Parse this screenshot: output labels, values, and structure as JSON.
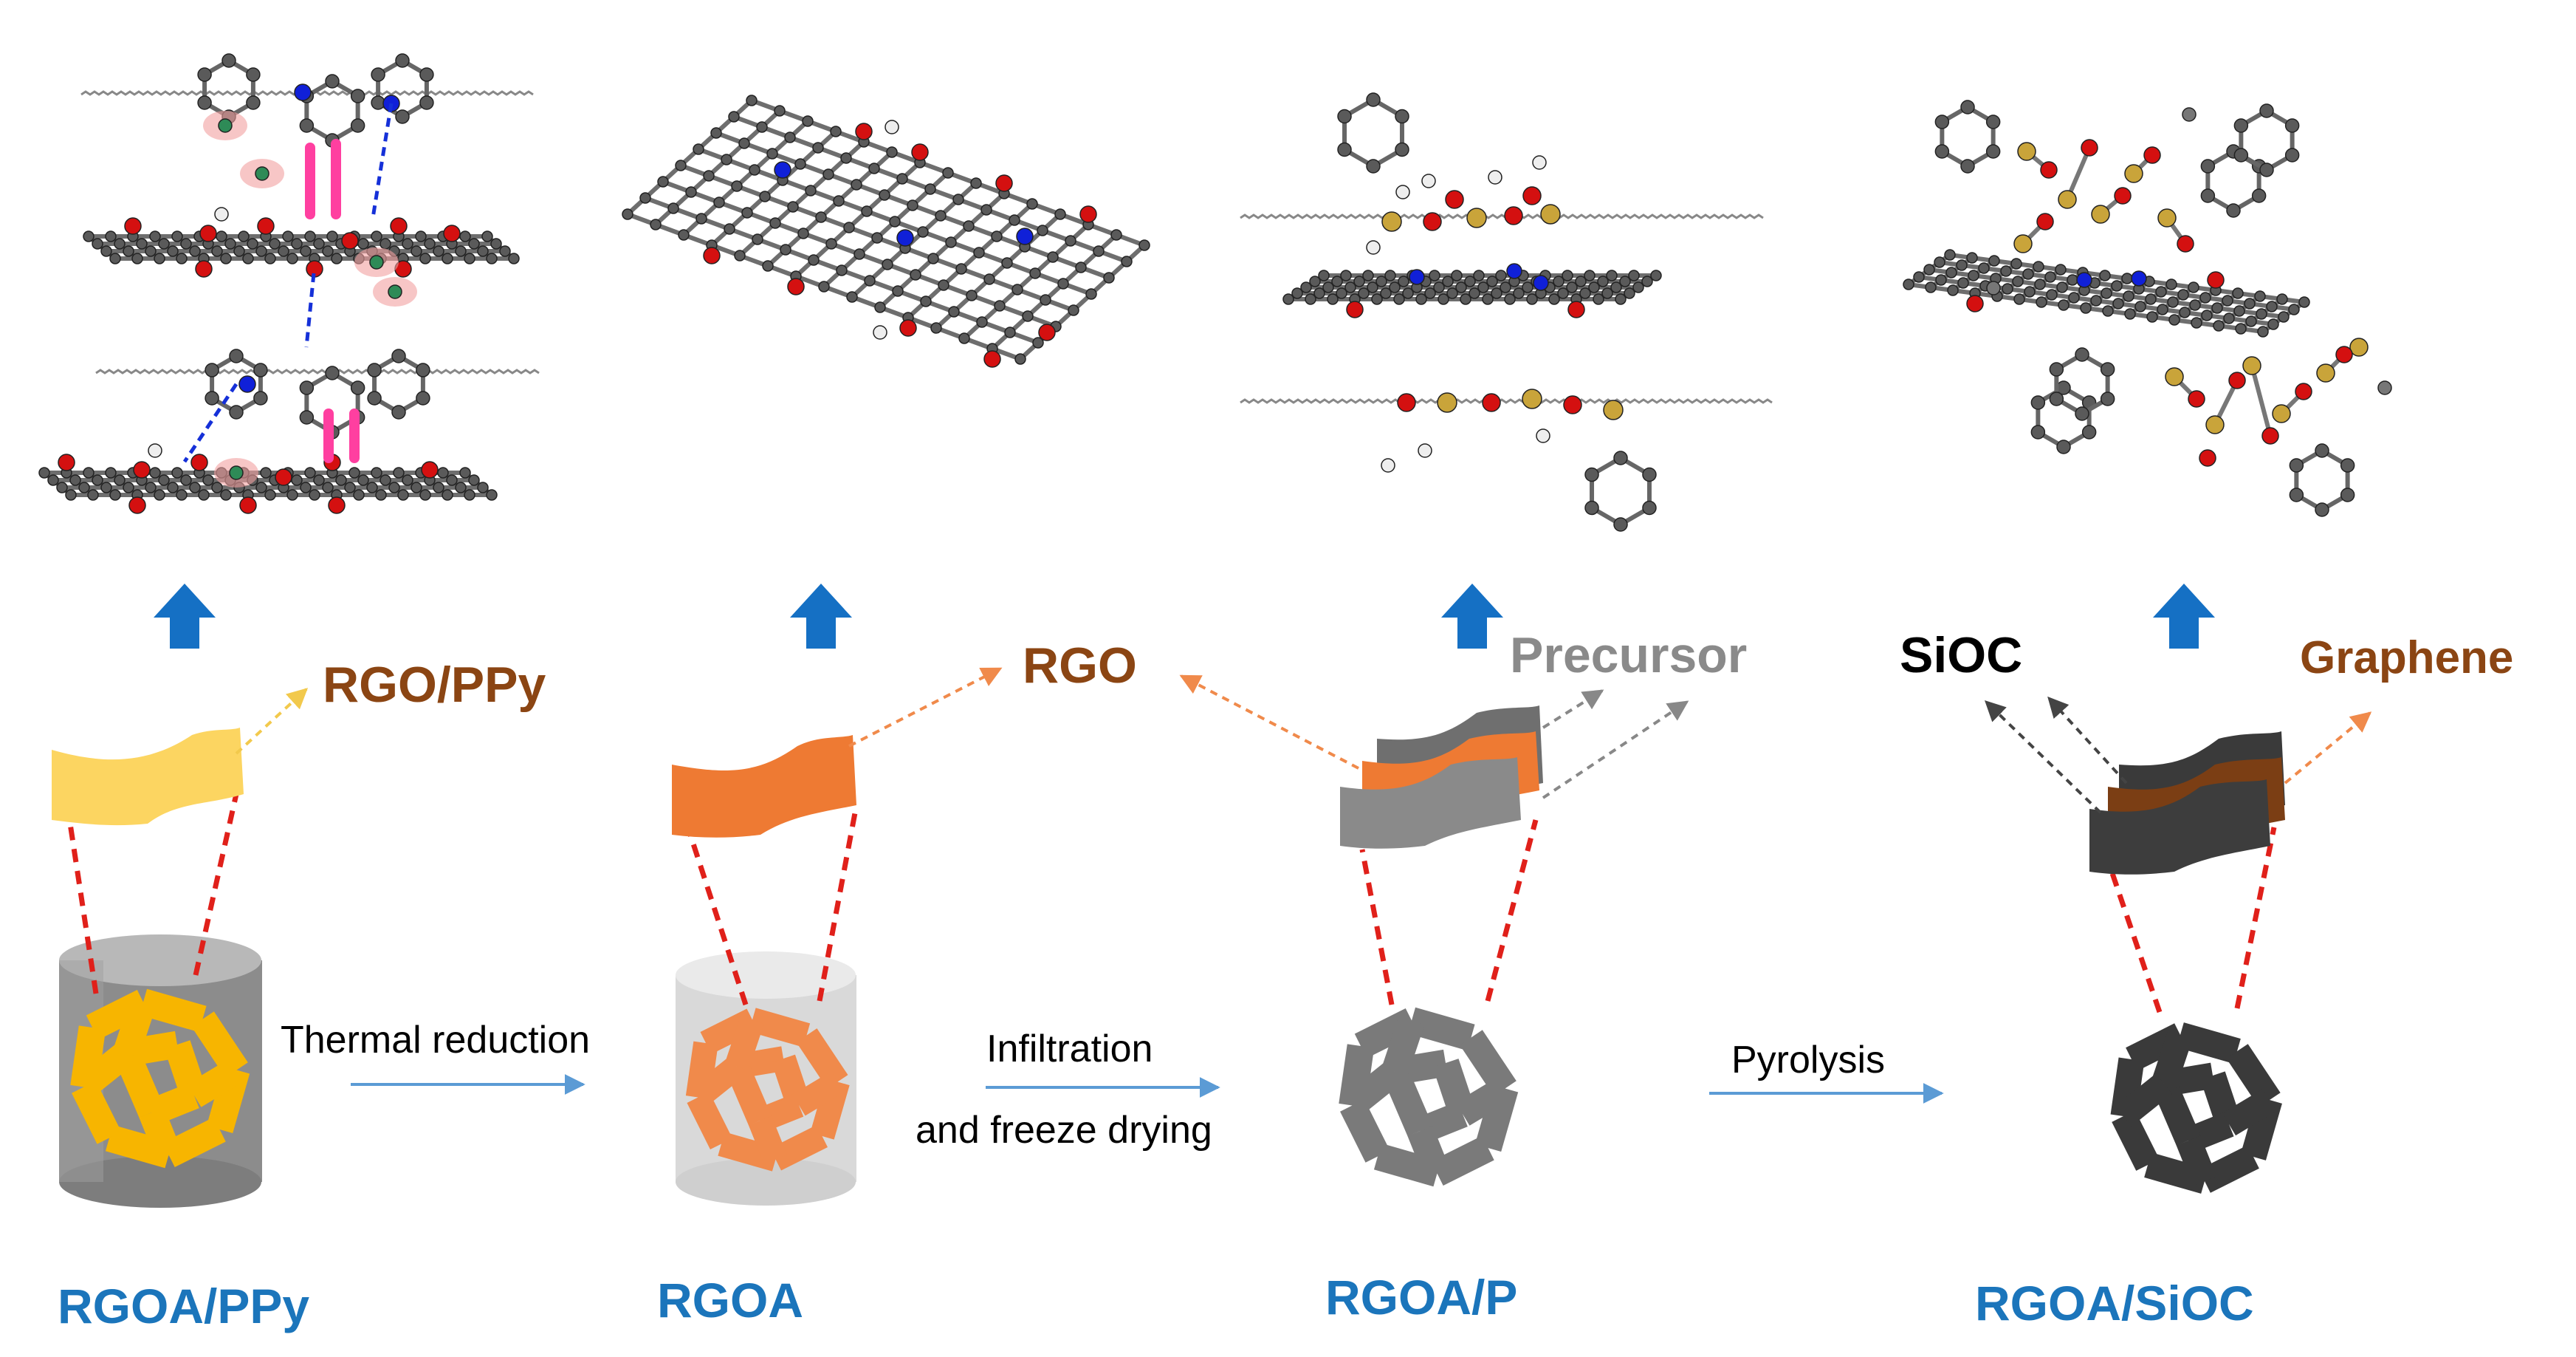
{
  "labels": {
    "rgo_ppy": "RGO/PPy",
    "rgo": "RGO",
    "precursor": "Precursor",
    "sioc": "SiOC",
    "graphene": "Graphene"
  },
  "process": {
    "thermal_reduction": "Thermal reduction",
    "infiltration_line1": "Infiltration",
    "infiltration_line2": "and freeze drying",
    "pyrolysis": "Pyrolysis"
  },
  "stages": [
    {
      "name": "RGOA/PPy"
    },
    {
      "name": "RGOA"
    },
    {
      "name": "RGOA/P"
    },
    {
      "name": "RGOA/SiOC"
    }
  ],
  "colors": {
    "label_blue": "#1b75bb",
    "label_brown": "#8b4513",
    "label_gray": "#8a8a8a",
    "up_arrow": "#1570c4",
    "dash_red": "#e0201a",
    "ppy_yellow": "#f7b500",
    "rgo_orange": "#f08a4b",
    "precursor_gray": "#7a7a7a",
    "sioc_dark": "#3a3a3a",
    "carbon": "#5a5a5a",
    "oxygen": "#d41010",
    "nitrogen": "#1020d8",
    "silicon": "#c9a43a",
    "hydrogen": "#eeeeee"
  }
}
